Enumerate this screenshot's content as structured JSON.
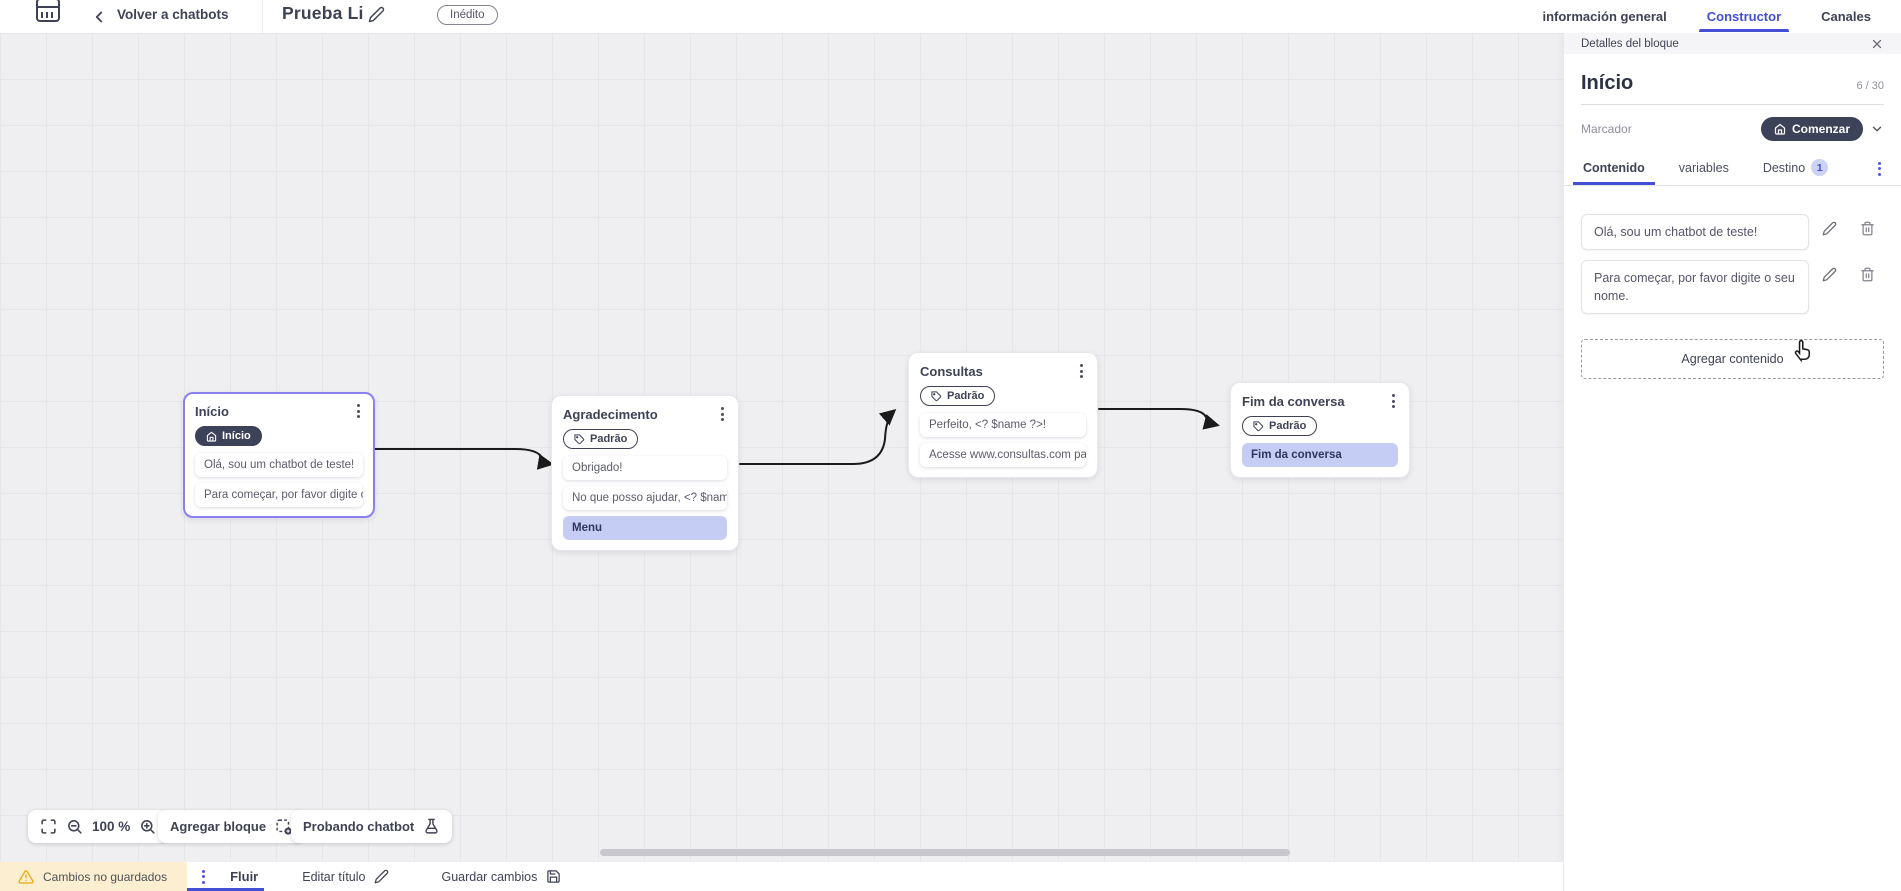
{
  "topbar": {
    "back_label": "Volver a chatbots",
    "title": "Prueba Li",
    "status_badge": "Inédito",
    "tabs": [
      {
        "label": "información general"
      },
      {
        "label": "Constructor"
      },
      {
        "label": "Canales"
      }
    ]
  },
  "canvas": {
    "zoom_level": "100 %",
    "add_block_label": "Agregar bloque",
    "test_chatbot_label": "Probando chatbot",
    "blocks": [
      {
        "title": "Início",
        "tag": "Início",
        "rows": [
          {
            "text": "Olá, sou um chatbot de teste!"
          },
          {
            "text": "Para começar, por favor digite o ..."
          }
        ]
      },
      {
        "title": "Agradecimento",
        "tag": "Padrão",
        "rows": [
          {
            "text": "Obrigado!"
          },
          {
            "text": "No que posso ajudar, <? $name ..."
          },
          {
            "text": "Menu"
          }
        ]
      },
      {
        "title": "Consultas",
        "tag": "Padrão",
        "rows": [
          {
            "text": "Perfeito, <? $name ?>!"
          },
          {
            "text": "Acesse www.consultas.com par..."
          }
        ]
      },
      {
        "title": "Fim da conversa",
        "tag": "Padrão",
        "rows": [
          {
            "text": "Fim da conversa"
          }
        ]
      }
    ]
  },
  "panel": {
    "header": "Detalles del bloque",
    "name_value": "Início",
    "name_counter": "6 / 30",
    "marker_label": "Marcador",
    "marker_button": "Comenzar",
    "tabs": [
      {
        "label": "Contenido"
      },
      {
        "label": "variables"
      },
      {
        "label": "Destino",
        "badge": "1"
      }
    ],
    "contents": [
      {
        "text": "Olá, sou um chatbot de teste!"
      },
      {
        "text": "Para começar, por favor digite o seu nome."
      }
    ],
    "add_content_label": "Agregar contenido"
  },
  "bottombar": {
    "unsaved_label": "Cambios no guardados",
    "flow_tab": "Fluir",
    "edit_title_label": "Editar título",
    "save_label": "Guardar cambios"
  },
  "colors": {
    "accent": "#4350d6",
    "dark_pill": "#3c4257",
    "row_highlight": "#c6cdf5",
    "warning_bg": "#fbeed1",
    "selected_border": "#8b80f0"
  }
}
